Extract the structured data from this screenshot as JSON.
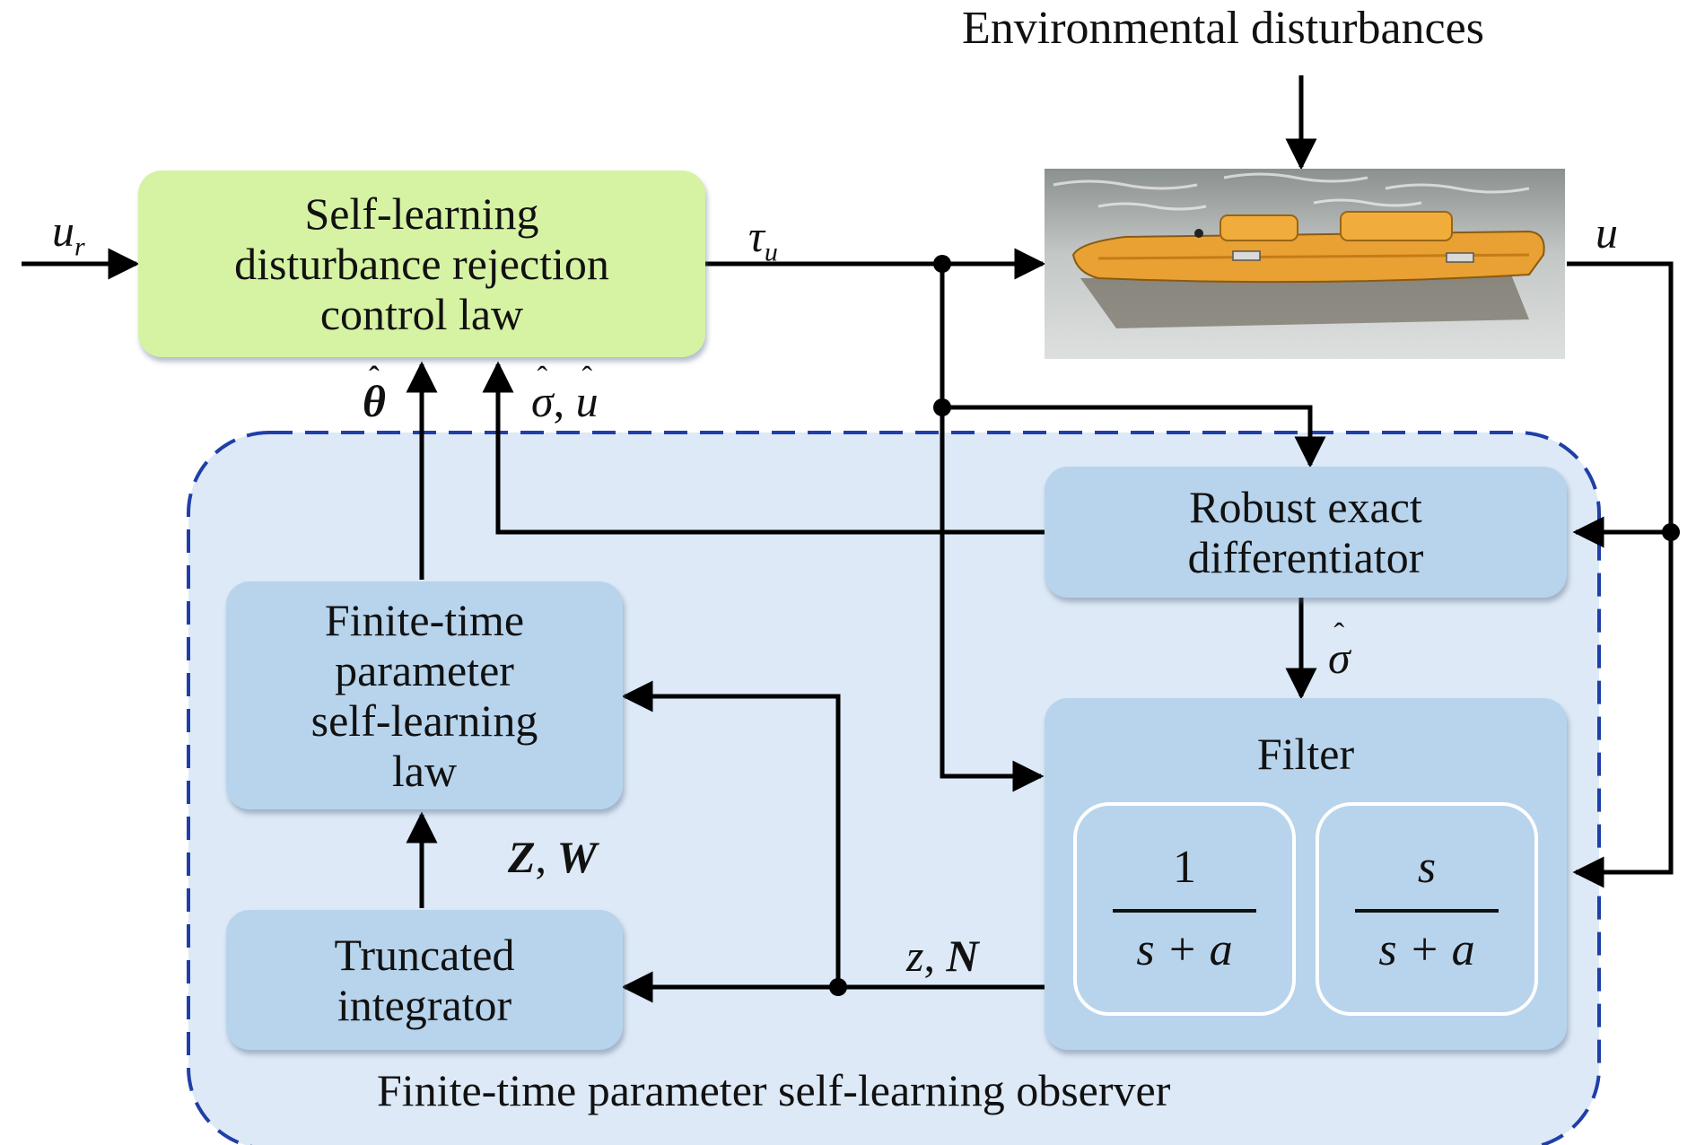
{
  "title": "Environmental disturbances",
  "blocks": {
    "controller": "Self-learning\ndisturbance rejection\ncontrol law",
    "differentiator": "Robust exact\ndifferentiator",
    "param_law": "Finite-time\nparameter\nself-learning\nlaw",
    "integrator": "Truncated\nintegrator",
    "filter": "Filter",
    "filter_tf1": {
      "num": "1",
      "den": "s + a"
    },
    "filter_tf2": {
      "num": "s",
      "den": "s + a"
    },
    "observer": "Finite-time parameter self-learning observer"
  },
  "signals": {
    "input_u": "u",
    "input_sub": "r",
    "tau": "τ",
    "tau_sub": "u",
    "output_u": "u",
    "theta": "θ",
    "sigma": "σ",
    "comma": ",",
    "u_hat": "u",
    "sigma_hat": "σ",
    "ZW_Z": "Z",
    "ZW_W": "W",
    "zN_z": "z",
    "zN_N": "N"
  },
  "colors": {
    "controller_fill": "#d6f2a3",
    "block_fill": "#b8d4ec",
    "observer_fill": "#dde9f6",
    "observer_border": "#1f3fa8",
    "wire": "#000000",
    "boat_hull": "#e8a132"
  }
}
